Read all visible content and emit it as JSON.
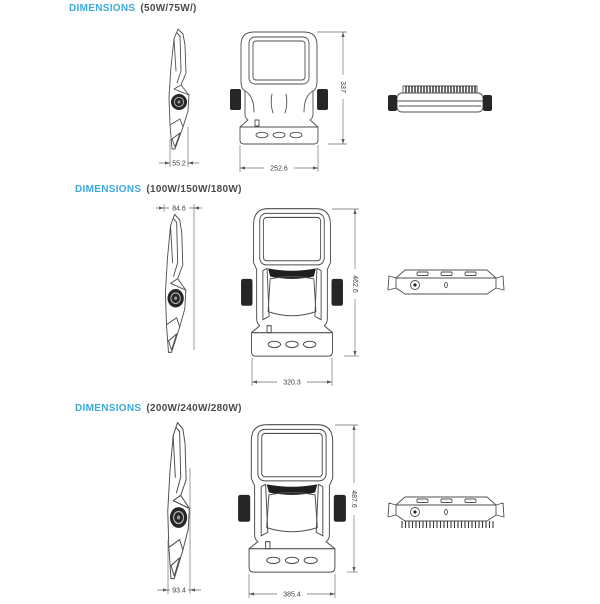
{
  "page": {
    "accent_color": "#3BAADB",
    "text_color": "#4B4B4B",
    "line_color": "#4F4F4F",
    "background": "#FFFFFF"
  },
  "sections": [
    {
      "heading": {
        "title": "DIMENSIONS",
        "spec": "(50W/75W/)"
      },
      "dimensions": {
        "side_width": "55.2",
        "front_width": "252.6",
        "front_height": "337"
      }
    },
    {
      "heading": {
        "title": "DIMENSIONS",
        "spec": "(100W/150W/180W)"
      },
      "dimensions": {
        "side_width": "84.6",
        "front_width": "320.3",
        "front_height": "462.6"
      }
    },
    {
      "heading": {
        "title": "DIMENSIONS",
        "spec": "(200W/240W/280W)"
      },
      "dimensions": {
        "side_width": "93.4",
        "front_width": "385.4",
        "front_height": "487.6"
      }
    }
  ]
}
